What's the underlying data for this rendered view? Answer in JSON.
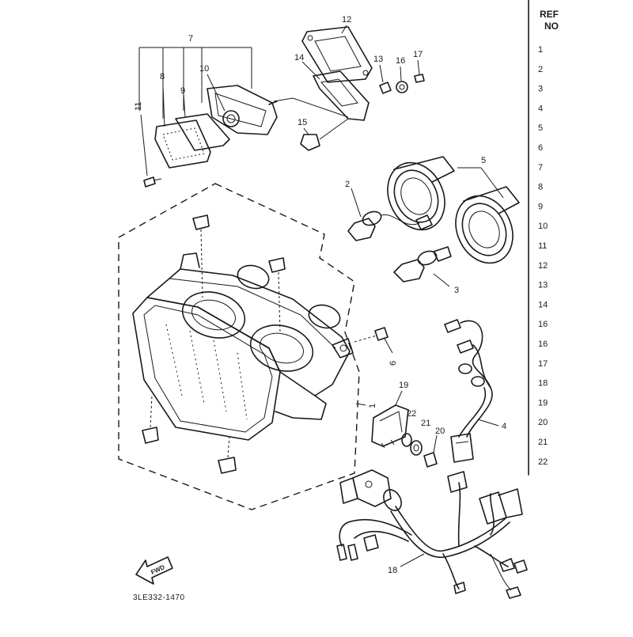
{
  "diagram": {
    "code": "3LE332-1470",
    "fwd_label": "FWD",
    "callouts": {
      "c1": "1",
      "c2": "2",
      "c3": "3",
      "c4": "4",
      "c5": "5",
      "c6": "6",
      "c7": "7",
      "c8": "8",
      "c9": "9",
      "c10": "10",
      "c11": "11",
      "c12": "12",
      "c13": "13",
      "c14": "14",
      "c15": "15",
      "c16": "16",
      "c17": "17",
      "c18": "18",
      "c19": "19",
      "c20": "20",
      "c21": "21",
      "c22": "22"
    }
  },
  "ref_table": {
    "header_line1": "REF",
    "header_line2": "NO",
    "rows": [
      "1",
      "2",
      "3",
      "4",
      "5",
      "6",
      "7",
      "8",
      "9",
      "10",
      "11",
      "12",
      "13",
      "14",
      "16",
      "16",
      "17",
      "18",
      "19",
      "20",
      "21",
      "22"
    ]
  }
}
